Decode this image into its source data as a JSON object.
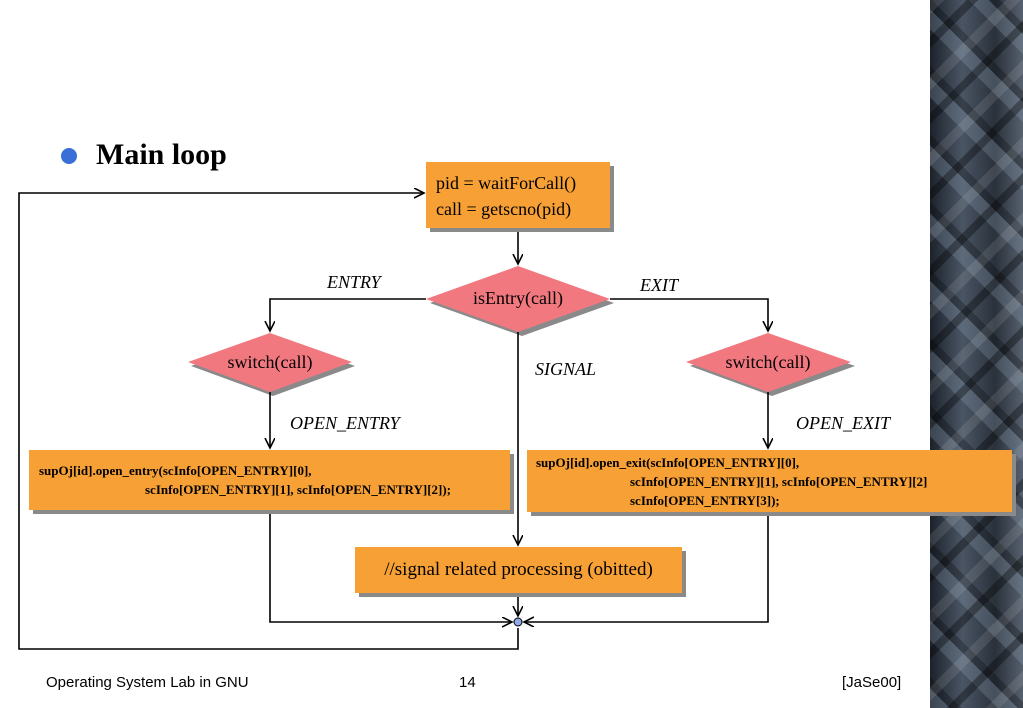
{
  "slide": {
    "bullet": "Main loop"
  },
  "flowchart": {
    "start_box": {
      "line1": "pid = waitForCall()",
      "line2": "call = getscno(pid)"
    },
    "decision_main": "isEntry(call)",
    "decision_entry": "switch(call)",
    "decision_exit": "switch(call)",
    "entry_box": {
      "line1": "supOj[id].open_entry(scInfo[OPEN_ENTRY][0],",
      "line2": "scInfo[OPEN_ENTRY][1], scInfo[OPEN_ENTRY][2]);"
    },
    "exit_box": {
      "line1": "supOj[id].open_exit(scInfo[OPEN_ENTRY][0],",
      "line2": "scInfo[OPEN_ENTRY][1], scInfo[OPEN_ENTRY][2]",
      "line3": "scInfo[OPEN_ENTRY[3]);"
    },
    "signal_box": "//signal related processing (obitted)",
    "labels": {
      "entry": "ENTRY",
      "exit": "EXIT",
      "signal": "SIGNAL",
      "open_entry": "OPEN_ENTRY",
      "open_exit": "OPEN_EXIT"
    },
    "colors": {
      "box": "#f7a035",
      "diamond": "#f27880",
      "bullet": "#3a6fd8",
      "junction": "#8fa8e8"
    }
  },
  "footer": {
    "left": "Operating System Lab in GNU",
    "center": "14",
    "right": "[JaSe00]"
  }
}
